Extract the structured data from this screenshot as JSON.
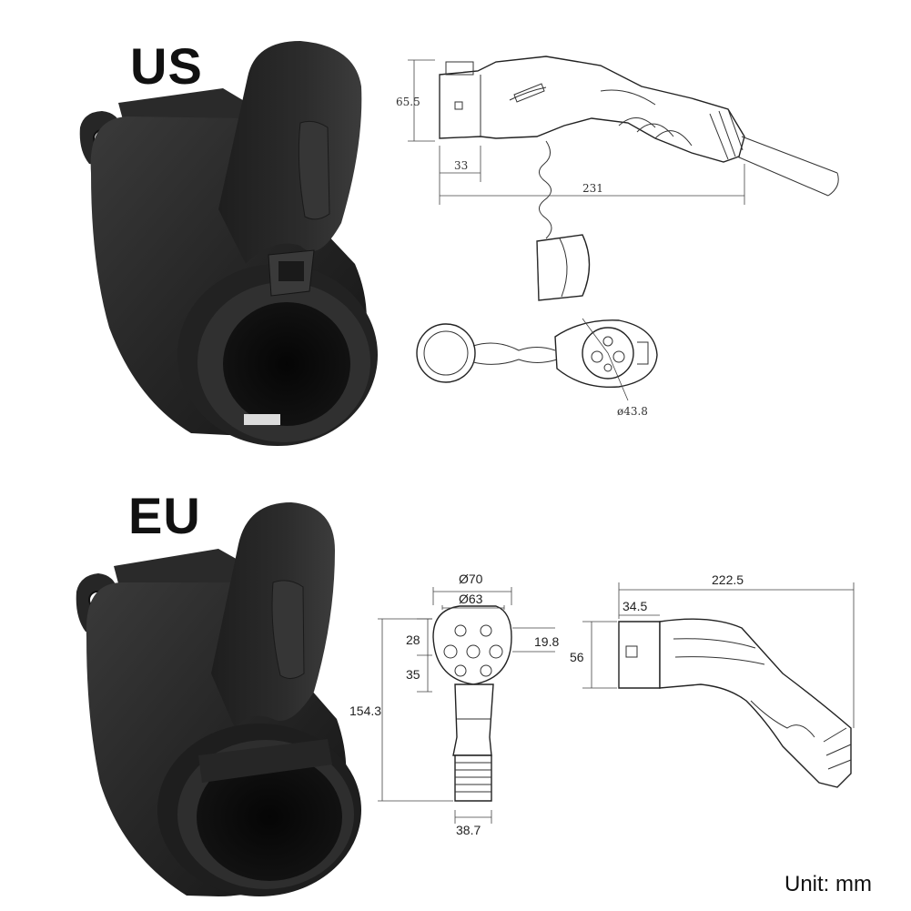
{
  "labels": {
    "us": "US",
    "eu": "EU",
    "unit": "Unit: mm"
  },
  "us_dimensions": {
    "height": "65.5",
    "nose_length": "33",
    "total_length": "231",
    "diameter": "ø43.8"
  },
  "eu_dimensions": {
    "outer_diameter": "Ø70",
    "inner_diameter": "Ø63",
    "top_row": "28",
    "right_offset": "19.8",
    "bottom_row": "35",
    "total_height": "154.3",
    "handle_width": "38.7",
    "total_length": "222.5",
    "nose_length": "34.5",
    "nose_height": "56"
  },
  "colors": {
    "holster_dark": "#1c1c1c",
    "holster_mid": "#2e2e2e",
    "holster_light": "#4a4a4a",
    "line_art": "#222222"
  }
}
